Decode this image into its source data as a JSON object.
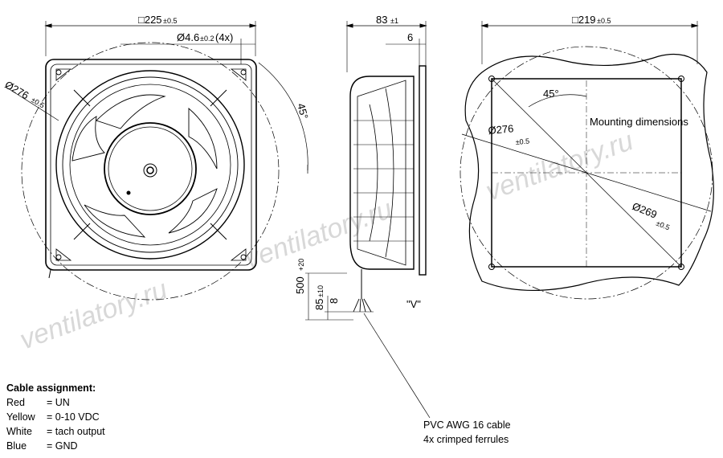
{
  "fan_front": {
    "size": "□225",
    "size_tol": "±0.5",
    "hole": "Ø4.6",
    "hole_tol": "±0.2",
    "hole_count": "(4x)",
    "diameter": "Ø276",
    "diameter_tol": "±0.5",
    "angle": "45°"
  },
  "fan_side": {
    "depth": "83",
    "depth_tol": "±1",
    "flange": "6",
    "cable_len": "500",
    "cable_len_tol": "+20",
    "strip_len": "85",
    "strip_tol": "±10",
    "ferrule_len": "8",
    "view": "\"V\""
  },
  "mounting": {
    "size": "□219",
    "size_tol": "±0.5",
    "angle": "45°",
    "label": "Mounting dimensions",
    "diameter_outer": "Ø276",
    "diameter_outer_tol": "±0.5",
    "diameter_inner": "Ø269",
    "diameter_inner_tol": "±0.5"
  },
  "cable_note": [
    "PVC AWG 16 cable",
    "4x crimped ferrules"
  ],
  "cable_assignment": {
    "title": "Cable assignment:",
    "rows": [
      {
        "color": "Red",
        "value": "= UN"
      },
      {
        "color": "Yellow",
        "value": "= 0-10 VDC"
      },
      {
        "color": "White",
        "value": "= tach output"
      },
      {
        "color": "Blue",
        "value": "= GND"
      }
    ]
  },
  "watermark": "ventilatory.ru"
}
